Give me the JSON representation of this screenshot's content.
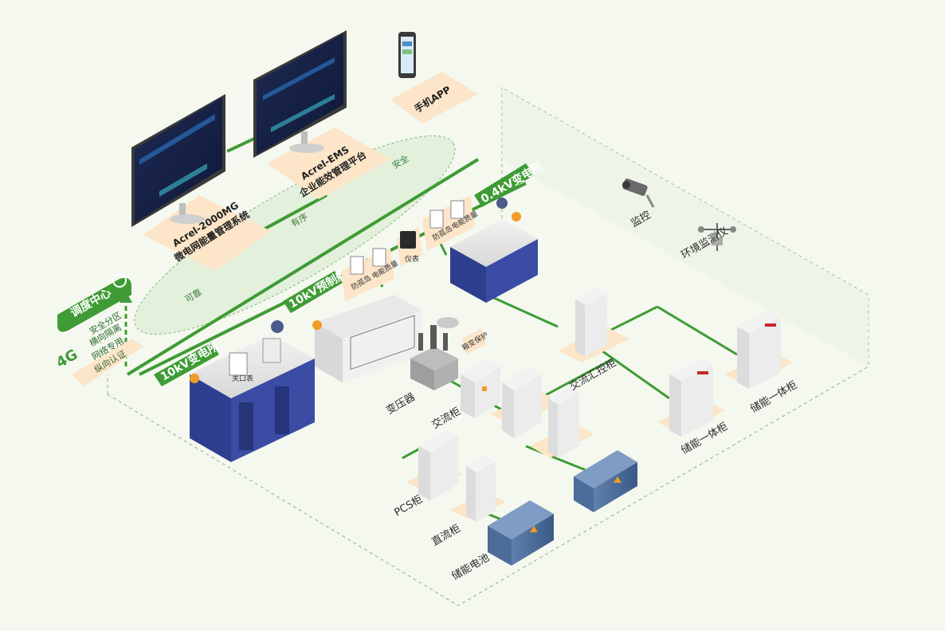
{
  "software": {
    "mg_system": {
      "line1": "Acrel-2000MG",
      "line2": "微电网能量管理系统"
    },
    "ems_platform": {
      "line1": "Acrel-EMS",
      "line2": "企业能效管理平台"
    },
    "mobile_app": "手机APP"
  },
  "ring_labels": {
    "safe": "安全",
    "ordered": "有序",
    "reliable": "可靠"
  },
  "dispatch": {
    "title": "调度中心",
    "network": "4G",
    "features": [
      "安全分区",
      "横向隔离",
      "网络专用",
      "纵向认证"
    ]
  },
  "stations": {
    "sub_10kv": "10kV变电所",
    "prefab_10kv": "10kV预制舱",
    "sub_04kv": "0.4kV变电所"
  },
  "devices": {
    "gateway_meter": "关口表",
    "anti_islanding_1": "防孤岛",
    "power_quality_1": "电能质量",
    "instrument": "仪表",
    "anti_islanding_2": "防孤岛",
    "power_quality_2": "电能质量",
    "protection_relay": "箱变保护",
    "transformer": "变压器",
    "ac_cabinet": "交流柜",
    "ac_combiner": "交流汇控柜",
    "storage_cabinet_1": "储能一体柜",
    "storage_cabinet_2": "储能一体柜",
    "pcs": "PCS柜",
    "dc_cabinet": "直流柜",
    "battery": "储能电池"
  },
  "monitoring": {
    "camera": "监控",
    "env_monitor": "环境监测仪"
  },
  "colors": {
    "green": "#3f9b35",
    "bg": "#f4f8ef",
    "label_bg": "#fce5c8",
    "cabinet_blue": "#2f3f8f",
    "dark_red": "#8a1f1f"
  }
}
